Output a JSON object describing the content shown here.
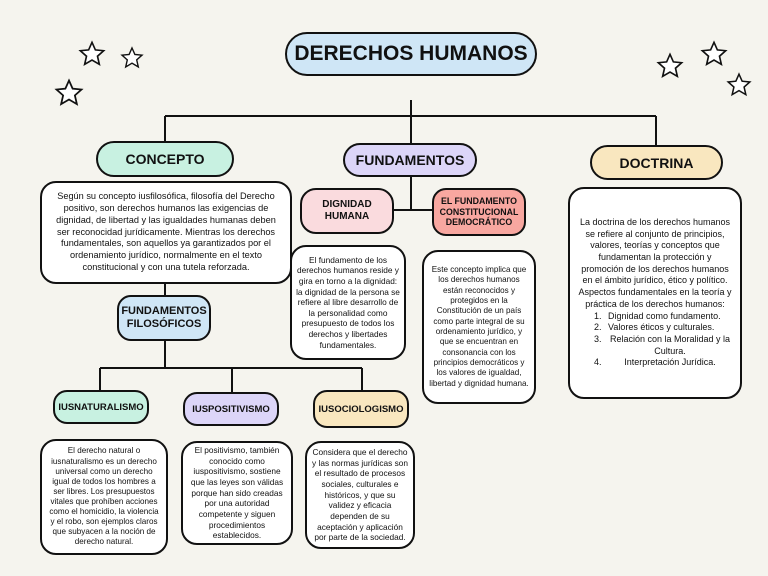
{
  "title": "DERECHOS HUMANOS",
  "concepto": {
    "label": "CONCEPTO",
    "text": "Según su concepto iusfilosófica, filosofía del Derecho positivo, son derechos humanos las exigencias de dignidad, de libertad y las igualdades humanas deben ser reconocidad jurídicamente. Mientras los derechos fundamentales, son aquellos ya garantizados por el ordenamiento jurídico, normalmente en el texto constitucional y con una tutela reforzada."
  },
  "filosoficos": {
    "label": "FUNDAMENTOS FILOSÓFICOS"
  },
  "iusnaturalismo": {
    "label": "IUSNATURALISMO",
    "text": "El derecho natural o iusnaturalismo es un derecho universal como un derecho igual de todos los hombres a ser libres. Los presupuestos vitales que prohíben acciones como el homicidio, la violencia y el robo, son ejemplos claros que subyacen a la noción de derecho natural."
  },
  "iuspositivismo": {
    "label": "IUSPOSITIVISMO",
    "text": "El positivismo, también conocido como iuspositivismo, sostiene que las leyes son válidas porque han sido creadas por una autoridad competente y siguen procedimientos establecidos."
  },
  "iusociologismo": {
    "label": "IUSOCIOLOGISMO",
    "text": "Considera que el derecho y las normas jurídicas son el resultado de procesos sociales, culturales e históricos, y que su validez y eficacia dependen de su aceptación y aplicación por parte de la sociedad."
  },
  "fundamentos": {
    "label": "FUNDAMENTOS"
  },
  "dignidad": {
    "label": "DIGNIDAD HUMANA",
    "text": "El fundamento de los derechos humanos reside y gira en torno a la dignidad: la dignidad de la persona se refiere al libre desarrollo de la personalidad como presupuesto de todos los derechos y libertades fundamentales."
  },
  "constitucional": {
    "label": "EL FUNDAMENTO CONSTITUCIONAL DEMOCRÁTICO",
    "text": "Este concepto implica que los derechos humanos están reconocidos y protegidos en la Constitución de un país como parte integral de su ordenamiento jurídico, y que se encuentran en consonancia con los principios democráticos y los valores de igualdad, libertad y dignidad humana."
  },
  "doctrina": {
    "label": "DOCTRINA",
    "text": "La doctrina de los derechos humanos se refiere al conjunto de principios, valores, teorías y conceptos que fundamentan la protección y promoción de los derechos humanos en el ámbito jurídico, ético y político.",
    "aspects_title": "Aspectos fundamentales en la teoría y práctica de los derechos humanos:",
    "aspects": [
      "Dignidad como fundamento.",
      "Valores éticos y culturales.",
      "Relación con la Moralidad y la Cultura.",
      "Interpretación Jurídica."
    ]
  },
  "colors": {
    "title": "#cfe6f6",
    "concepto": "#c8f1e1",
    "fundamentos": "#dcd5f8",
    "doctrina": "#f9e7bf",
    "dignidad": "#fadbde",
    "constitucional": "#f8a7a0",
    "filosoficos": "#cfe6f6",
    "iusnaturalismo": "#c8f1e1",
    "iuspositivismo": "#dcd5f8",
    "iusociologismo": "#f9e7bf"
  }
}
